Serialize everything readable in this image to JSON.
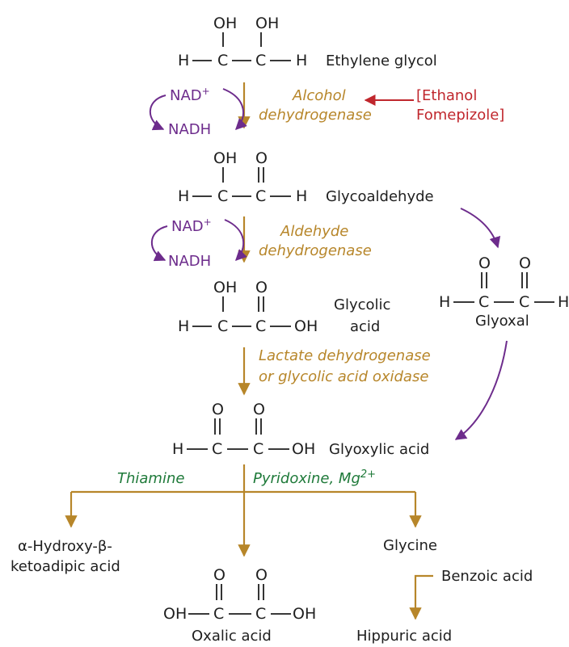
{
  "compounds": {
    "ethylene_glycol": "Ethylene glycol",
    "glycoaldehyde": "Glycoaldehyde",
    "glycolic_acid_line1": "Glycolic",
    "glycolic_acid_line2": "acid",
    "glyoxal": "Glyoxal",
    "glyoxylic_acid": "Glyoxylic acid",
    "hydroxy_ketoadipic_line1": "α-Hydroxy-β-",
    "hydroxy_ketoadipic_line2": "ketoadipic acid",
    "oxalic_acid": "Oxalic acid",
    "glycine": "Glycine",
    "benzoic_acid": "Benzoic acid",
    "hippuric_acid": "Hippuric acid"
  },
  "enzymes": {
    "adh_line1": "Alcohol",
    "adh_line2": "dehydrogenase",
    "aldh_line1": "Aldehyde",
    "aldh_line2": "dehydrogenase",
    "ldh_line1": "Lactate dehydrogenase",
    "ldh_line2": "or glycolic acid oxidase"
  },
  "cofactors": {
    "nad": "NAD",
    "nad_sup": "+",
    "nadh": "NADH"
  },
  "inhibitors": {
    "line1": "[Ethanol",
    "line2": "Fomepizole]"
  },
  "vitamins": {
    "thiamine": "Thiamine",
    "pyridoxine_mg": "Pyridoxine, Mg",
    "mg_sup": "2+"
  },
  "atoms": {
    "H": "H",
    "C": "C",
    "O": "O",
    "OH": "OH"
  },
  "colors": {
    "enzyme": "#b7862a",
    "cofactor": "#6d2c8c",
    "inhibitor": "#c0272d",
    "vitamin": "#1f7a3a",
    "structure": "#1e1e1e"
  }
}
